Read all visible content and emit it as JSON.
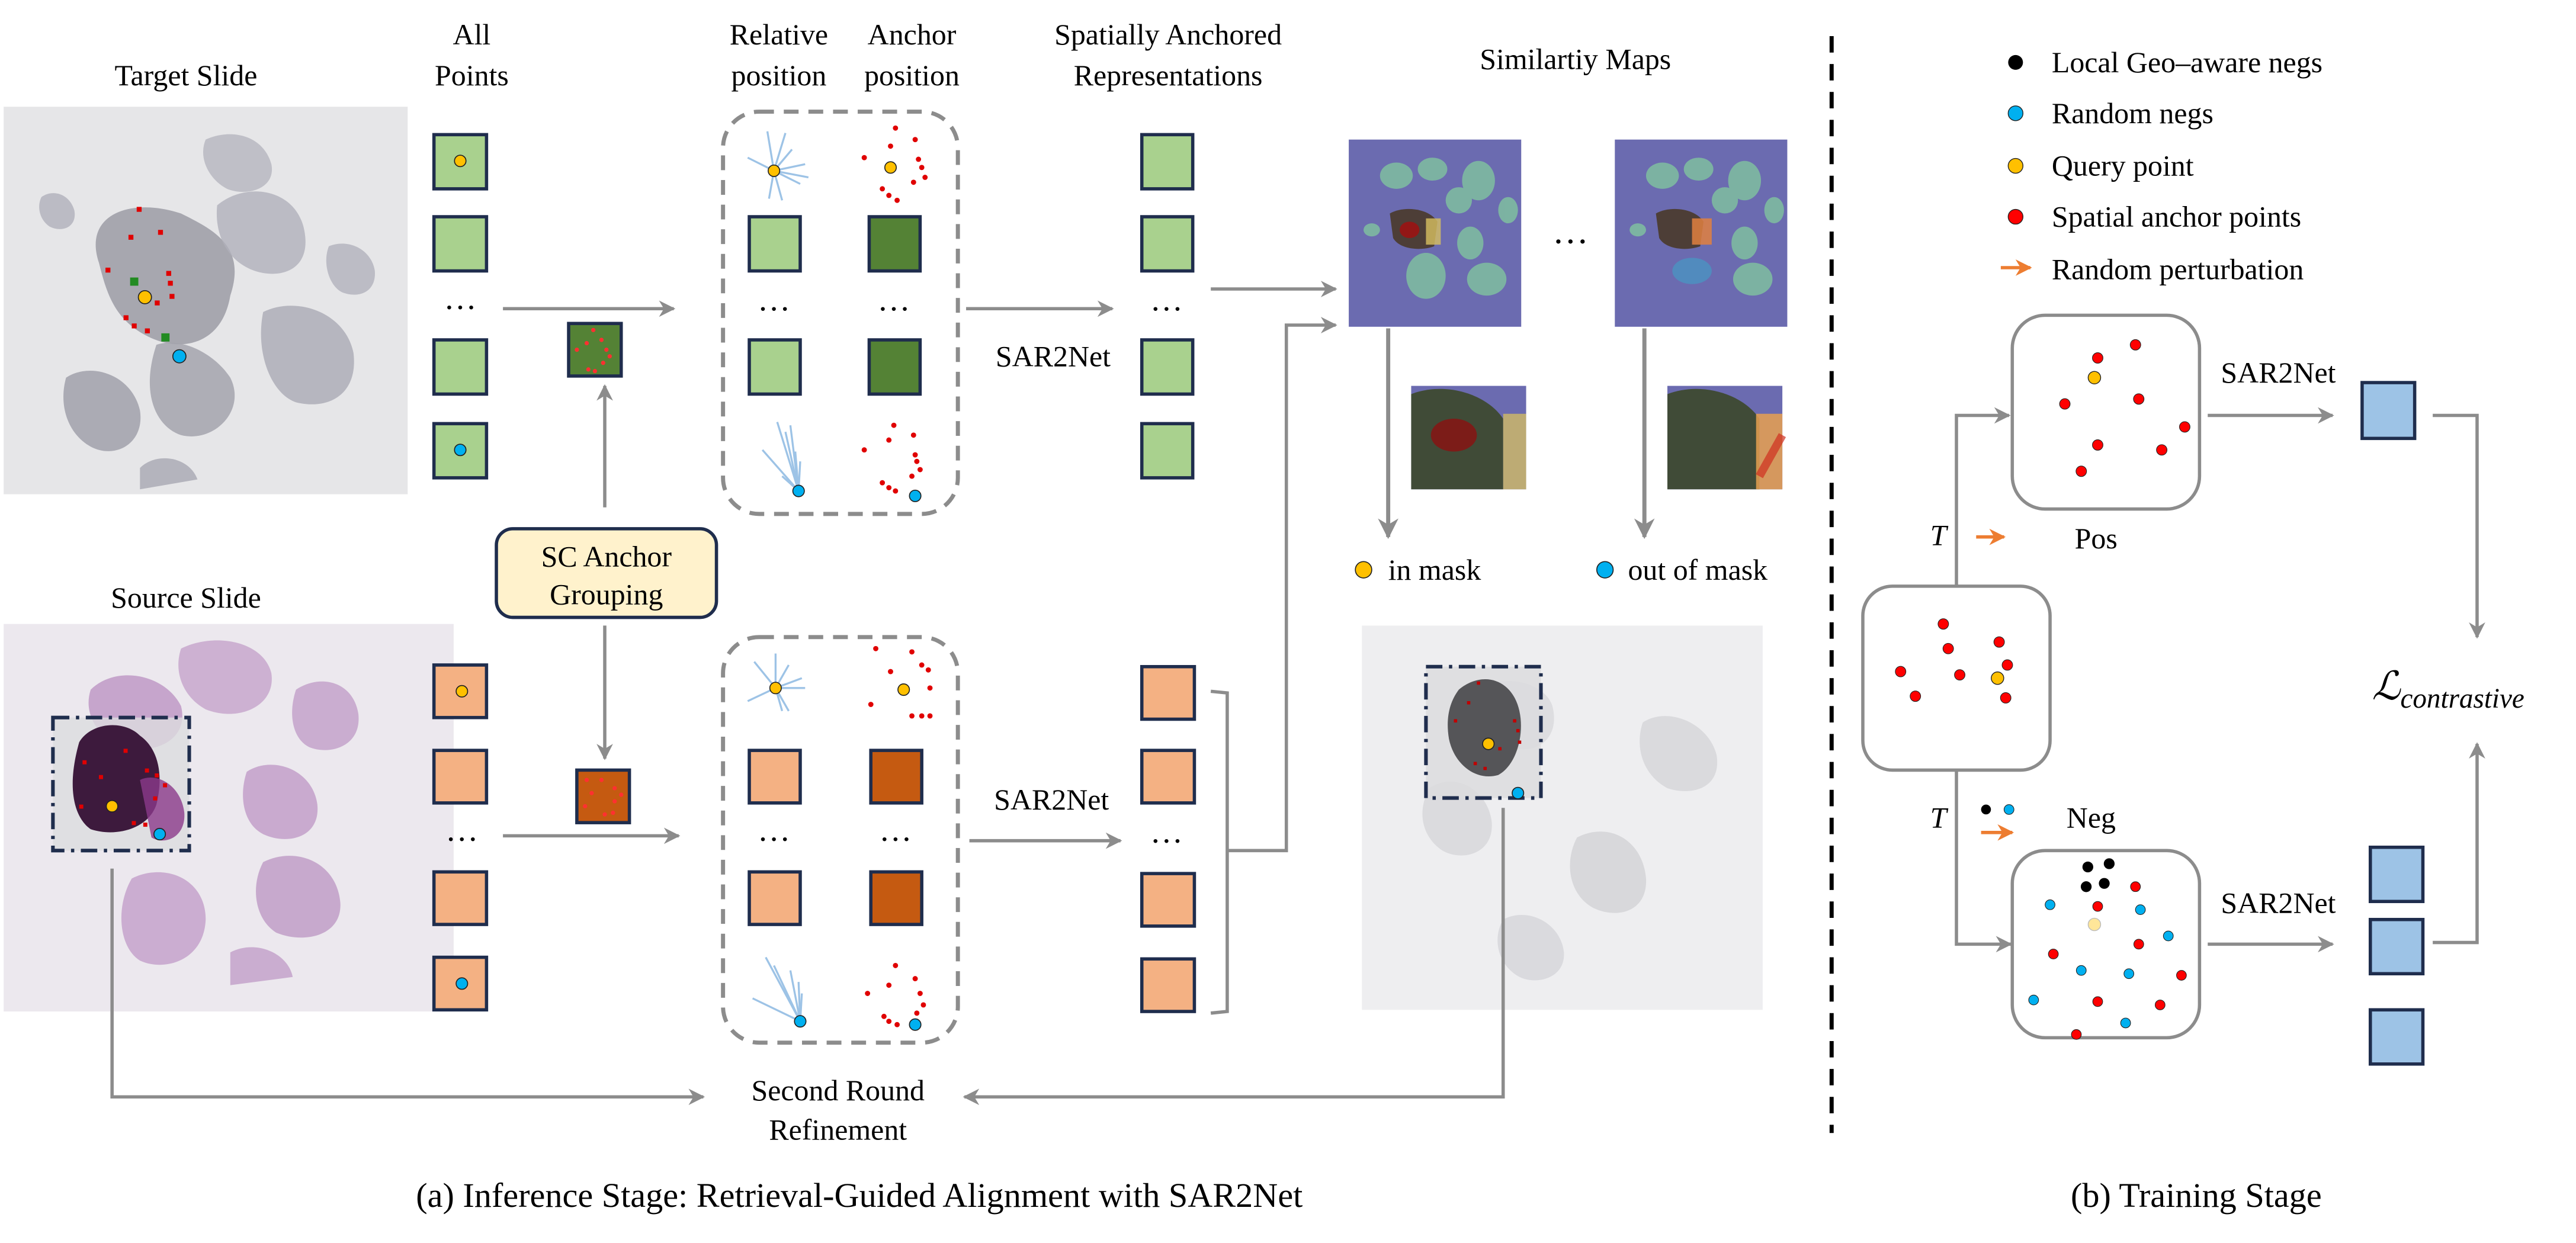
{
  "panel_a": {
    "caption": "(a) Inference Stage: Retrieval-Guided Alignment with SAR2Net",
    "target_slide_title": "Target Slide",
    "source_slide_title": "Source Slide",
    "all_points_title": [
      "All",
      "Points"
    ],
    "relative_position_title": [
      "Relative",
      "position"
    ],
    "anchor_position_title": [
      "Anchor",
      "position"
    ],
    "sar_title": [
      "Spatially Anchored",
      "Representations"
    ],
    "similarity_maps_title": "Similartiy Maps",
    "sc_anchor_grouping": [
      "SC Anchor",
      "Grouping"
    ],
    "network_label_top": "SAR2Net",
    "network_label_bottom": "SAR2Net",
    "second_round": [
      "Second Round",
      "Refinement"
    ],
    "in_mask_label": "in mask",
    "out_of_mask_label": "out of mask",
    "ellipsis": "…"
  },
  "panel_b": {
    "caption": "(b) Training Stage",
    "legend": [
      {
        "label": "Local Geo–aware negs",
        "marker": "black-dot"
      },
      {
        "label": "Random negs",
        "marker": "blue-dot"
      },
      {
        "label": "Query point",
        "marker": "yellow-dot"
      },
      {
        "label": "Spatial anchor points",
        "marker": "red-dot"
      },
      {
        "label": "Random perturbation",
        "marker": "orange-arrow"
      }
    ],
    "pos_label": "Pos",
    "neg_label": "Neg",
    "transform_label": "T",
    "network_label_pos": "SAR2Net",
    "network_label_neg": "SAR2Net",
    "loss_label": "ℒ",
    "loss_subscript": "contrastive"
  },
  "colors": {
    "light_green": "#a9d18e",
    "dark_green": "#548235",
    "light_orange": "#f4b183",
    "dark_orange": "#c55a11",
    "light_blue": "#9dc3e6",
    "box_border": "#1f2d4d",
    "arrow_gray": "#8c8c8c",
    "query_yellow": "#ffc000",
    "random_neg_blue": "#00b0f0",
    "anchor_red": "#ff0000",
    "perturb_orange": "#ed7d31",
    "sc_box_fill": "#fff2cc",
    "similarity_bg": "#6b6bb0"
  }
}
